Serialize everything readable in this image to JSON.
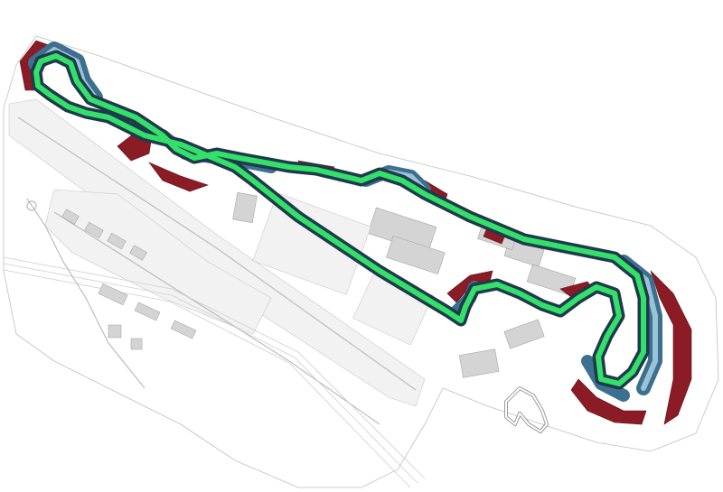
{
  "colors": {
    "racing_line": "#33e06a",
    "runoff_red": "#8b1b24",
    "runoff_blue": "#3d6f8f",
    "background": "#ffffff"
  },
  "layers": [
    "site-outline",
    "airfield",
    "buildings",
    "runoff-areas",
    "circuit",
    "racing-line",
    "karting-track"
  ]
}
